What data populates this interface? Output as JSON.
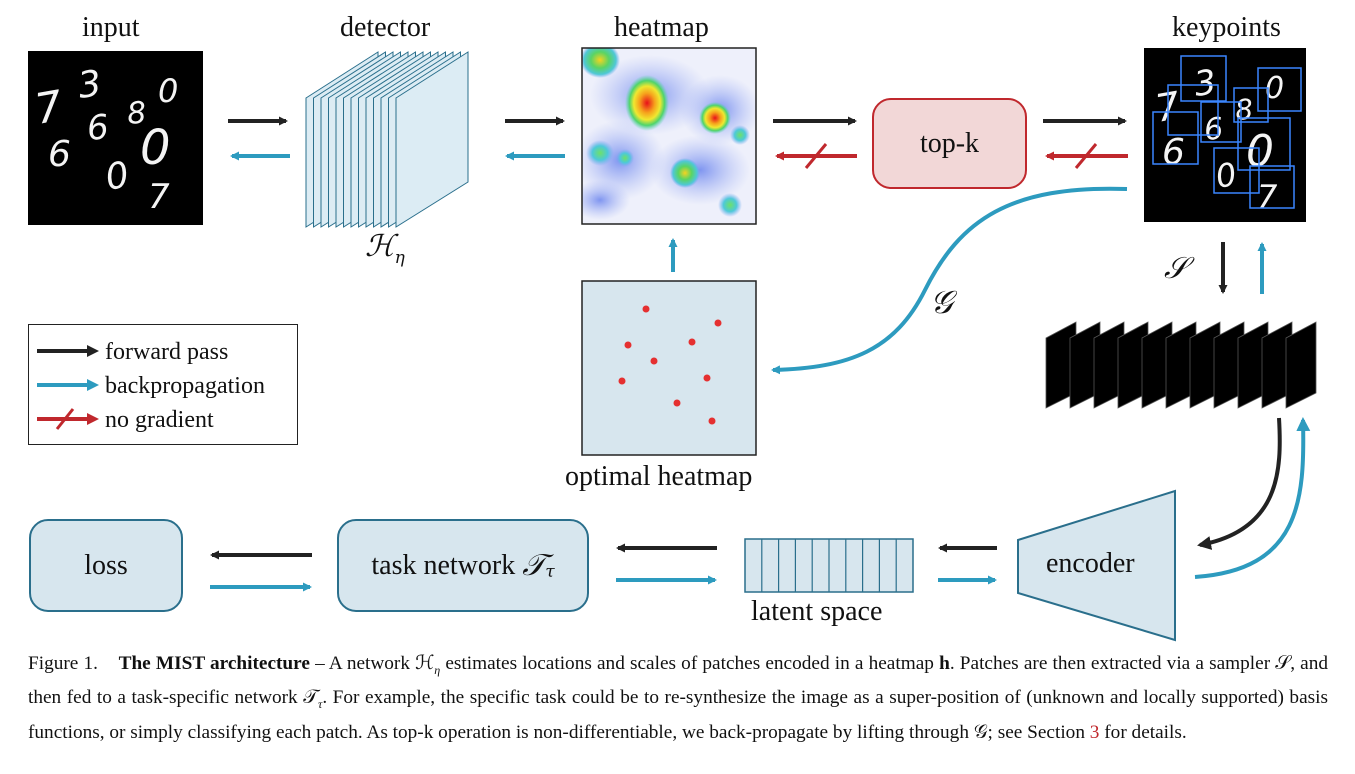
{
  "labels": {
    "input": "input",
    "detector": "detector",
    "heatmap": "heatmap",
    "keypoints": "keypoints",
    "detector_symbol": "ℋ",
    "detector_subscript": "η",
    "sampler_symbol": "𝒮",
    "lifting_symbol": "𝒢",
    "optimal_heatmap": "optimal heatmap",
    "topk": "top-k",
    "loss": "loss",
    "task_network": "task network",
    "task_symbol": "𝒯",
    "task_subscript": "τ",
    "latent_space": "latent space",
    "encoder": "encoder"
  },
  "input_digits": [
    "3",
    "7",
    "6",
    "8",
    "0",
    "6",
    "0",
    "0",
    "7"
  ],
  "legend": [
    {
      "label": "forward pass",
      "color": "#222222"
    },
    {
      "label": "backpropagation",
      "color": "#2d9bbf"
    },
    {
      "label": "no gradient",
      "color": "#c0282d"
    }
  ],
  "colors": {
    "forward": "#222222",
    "backprop": "#2d9bbf",
    "no_gradient": "#c0282d",
    "box_fill": "#d7e6ee",
    "topk_fill": "#f2d7d7",
    "keypoint_box": "#3a86ff",
    "optimal_point": "#e53030"
  },
  "caption": {
    "figure": "Figure 1.",
    "title": "The MIST architecture",
    "text_1": " – A network ℋ",
    "sub_1": "η",
    "text_2": " estimates locations and scales of patches encoded in a heatmap ",
    "bold_h": "h",
    "text_3": ". Patches are then extracted via a sampler 𝒮, and then fed to a task-specific network 𝒯",
    "sub_2": "τ",
    "text_4": ". For example, the specific task could be to re-synthesize the image as a super-position of (unknown and locally supported) basis functions, or simply classifying each patch. As top-k operation is non-differentiable, we back-propagate by lifting through 𝒢; see Section ",
    "section_ref": "3",
    "text_5": " for details."
  }
}
